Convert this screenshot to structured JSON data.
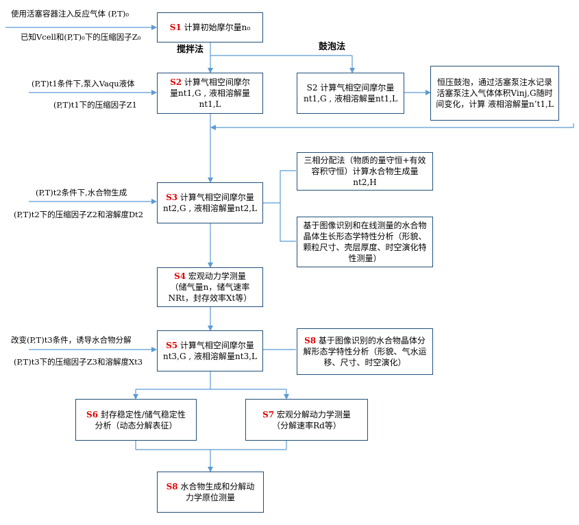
{
  "colors": {
    "box_border": "#1f4e79",
    "arrow": "#5b9bd5",
    "step_label": "#e00000"
  },
  "inputs": {
    "s1_line1": "使用活塞容器注入反应气体 (P,T)₀",
    "s1_line2": "已知Vcell和(P,T)₀下的压缩因子Z₀",
    "s2_line1": "(P,T)t1条件下,泵入Vaqu液体",
    "s2_line2": "(P,T)t1下的压缩因子Z1",
    "s3_line1": "(P,T)t2条件下,水合物生成",
    "s3_line2": "(P,T)t2下的压缩因子Z2和溶解度Dt2",
    "s5_line1": "改变(P,T)t3条件，诱导水合物分解",
    "s5_line2": "(P,T)t3下的压缩因子Z3和溶解度Xt3"
  },
  "branches": {
    "stir": "搅拌法",
    "bubble": "鼓泡法"
  },
  "steps": {
    "s1": {
      "tag": "S1",
      "text": "计算初始摩尔量n₀"
    },
    "s2": {
      "tag": "S2",
      "line1": "计算气相空间摩尔",
      "line2": "量nt1,G , 液相溶解量nt1,L"
    },
    "s2b": {
      "line1": "S2 计算气相空间摩尔量",
      "line2": "nt1,G , 液相溶解量nt1,L"
    },
    "bubble_note": "恒压鼓泡，通过活塞泵注水记录活塞泵注入气体体积Vinj,G随时间变化，计算 液相溶解量n’t1,L",
    "s3": {
      "tag": "S3",
      "line1": "计算气相空间摩尔量",
      "line2": "nt2,G , 液相溶解量nt2,L"
    },
    "three_phase": "三相分配法（物质的量守恒+有效容积守恒）计算水合物生成量nt2,H",
    "image_growth": "基于图像识别和在线测量的水合物晶体生长形态学特性分析（形貌、颗粒尺寸、壳层厚度、时空演化特性测量）",
    "s4": {
      "tag": "S4",
      "line1": "宏观动力学测量",
      "line2": "（储气量n，储气速率",
      "line3": "NRt，封存效率Xt等）"
    },
    "s5": {
      "tag": "S5",
      "line1": "计算气相空间摩尔量",
      "line2": "nt3,G , 液相溶解量nt3,L"
    },
    "s8a": {
      "tag": "S8",
      "text": "基于图像识别的水合物晶体分解形态学特性分析（形貌、气水运移、尺寸、时空演化）"
    },
    "s6": {
      "tag": "S6",
      "line1": "封存稳定性/储气稳定性",
      "line2": "分析（动态分解表征）"
    },
    "s7": {
      "tag": "S7",
      "line1": "宏观分解动力学测量",
      "line2": "（分解速率Rd等）"
    },
    "s8b": {
      "tag": "S8",
      "line1": "水合物生成和分解动",
      "line2": "力学原位测量"
    }
  }
}
